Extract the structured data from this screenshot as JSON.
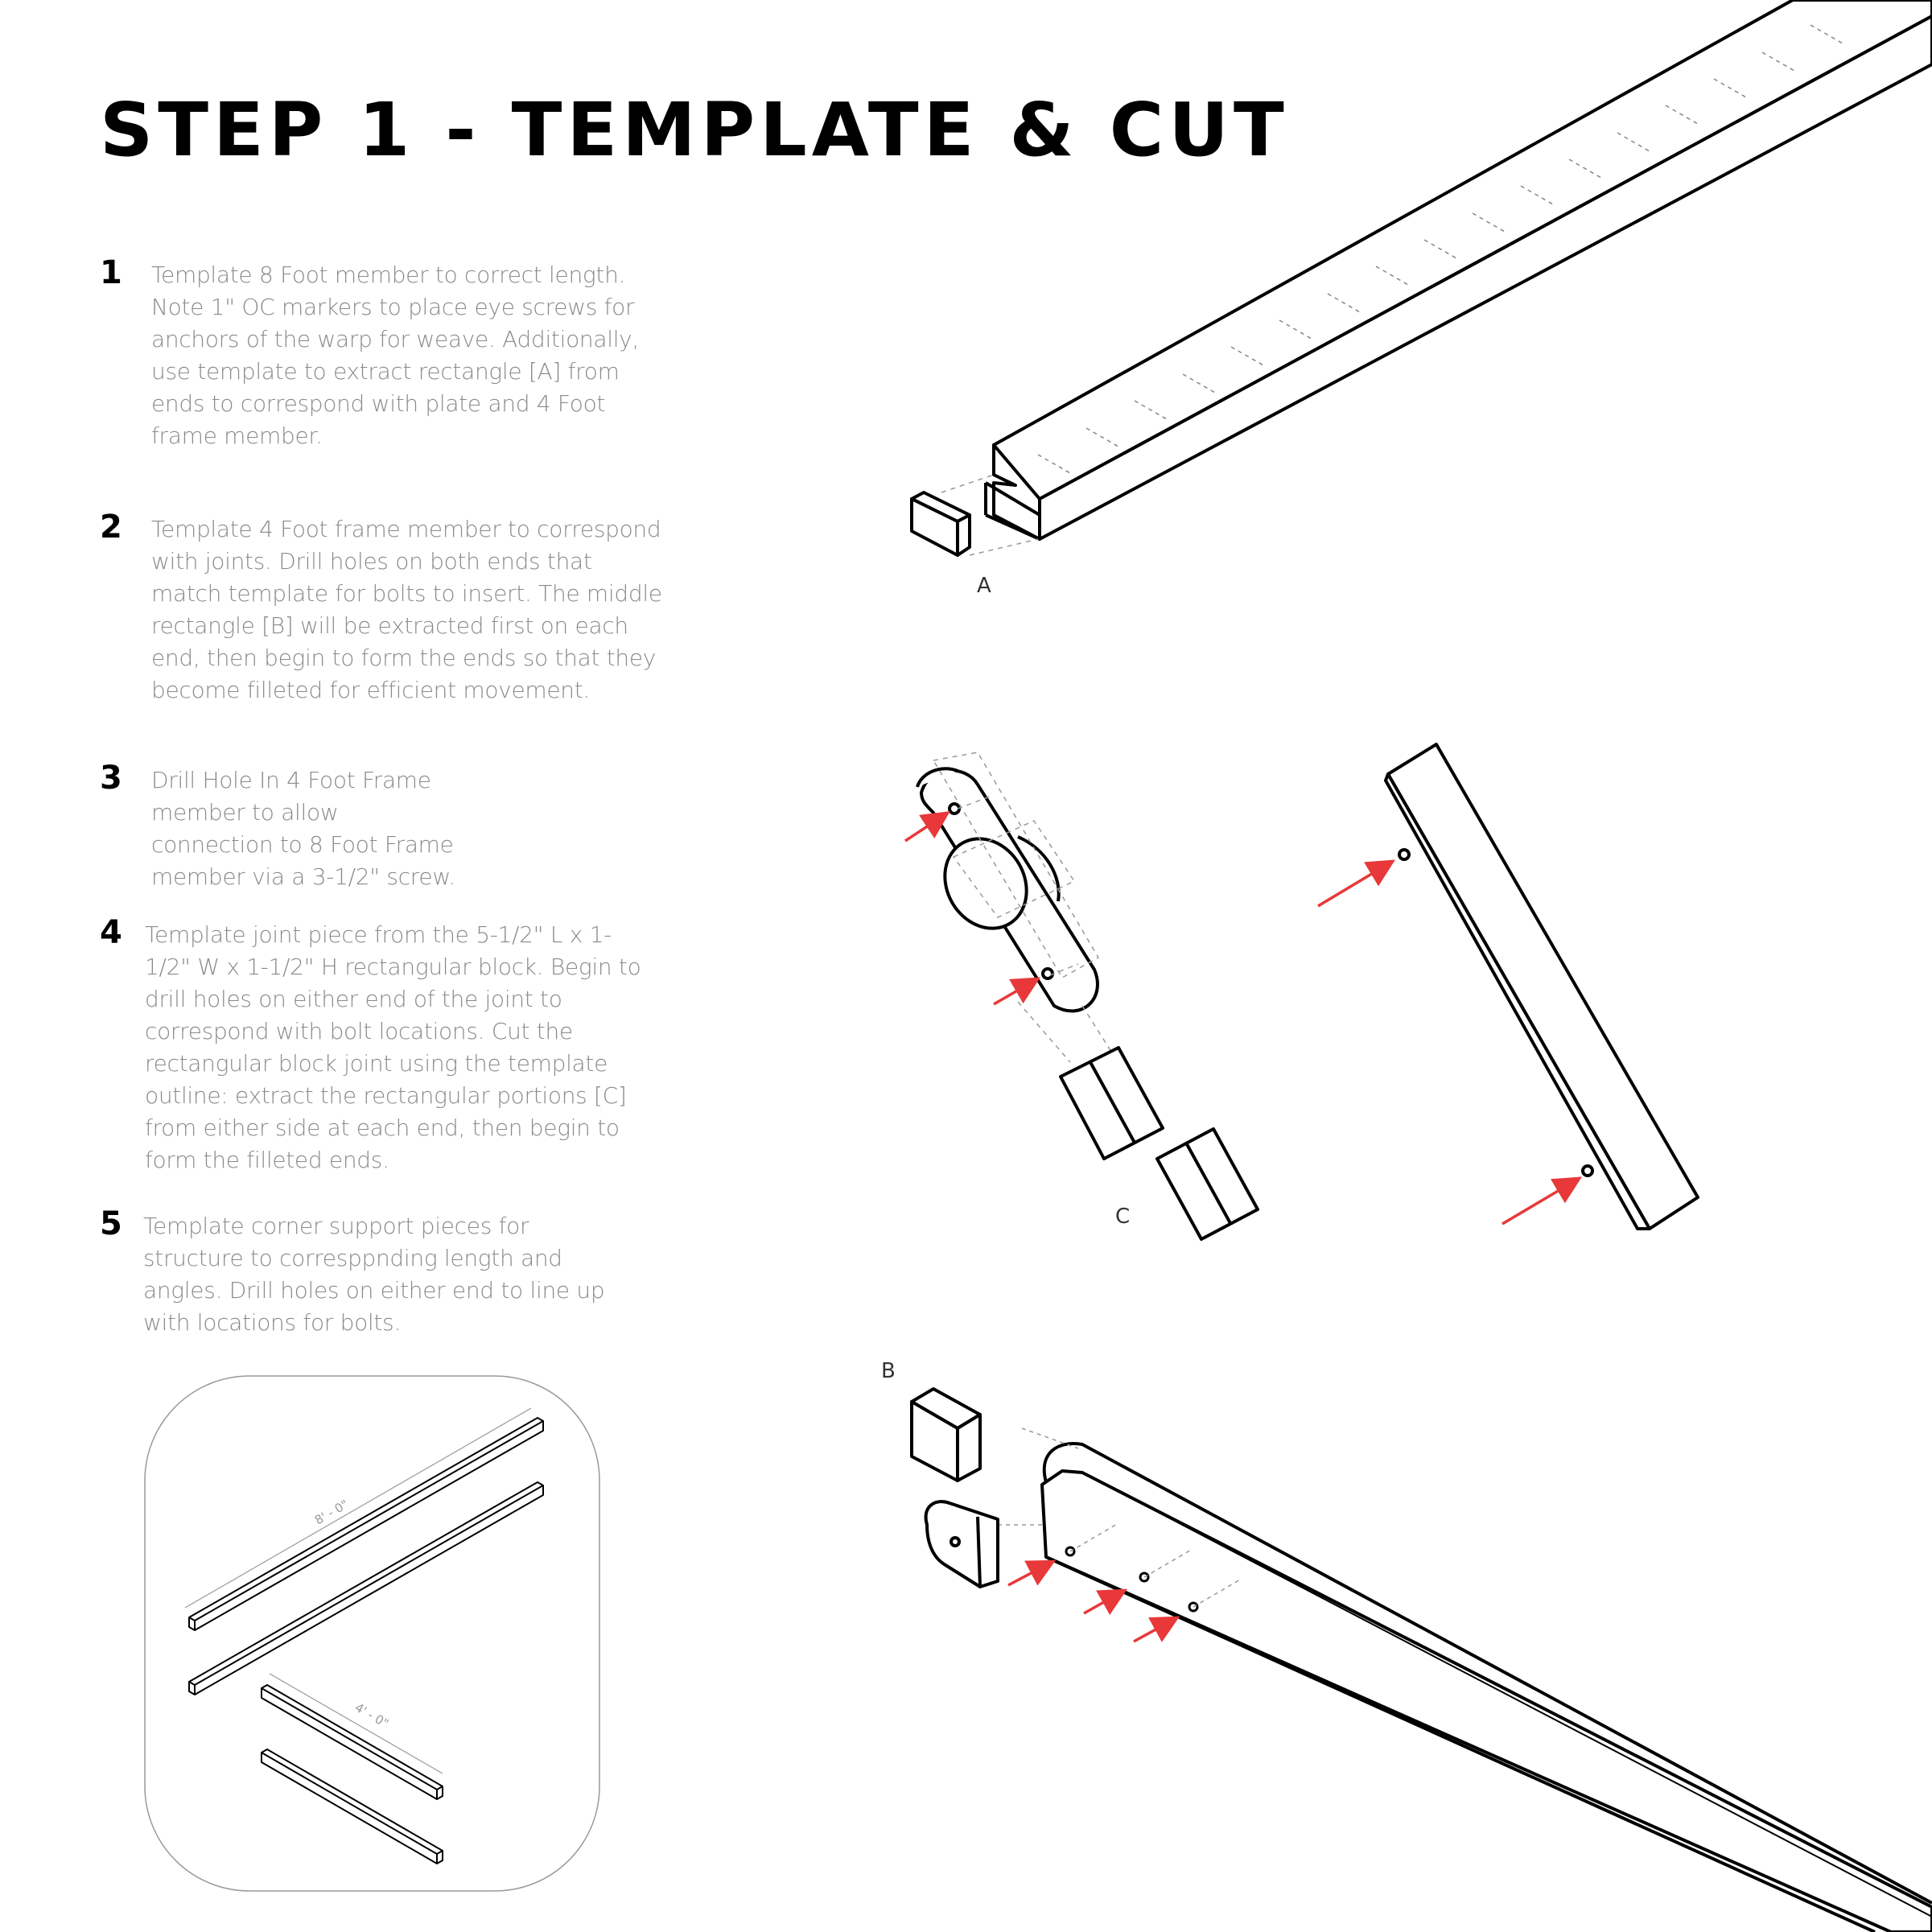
{
  "title": "STEP 1 - TEMPLATE & CUT",
  "steps": [
    {
      "number": "1",
      "text": "Template 8 Foot member to correct length. Note 1\" OC markers to place eye screws for anchors of the warp for weave. Additionally, use template to extract rectangle [A] from ends to correspond with plate and 4 Foot frame member."
    },
    {
      "number": "2",
      "text": "Template 4 Foot frame member to correspond with joints. Drill holes on both ends that match template for bolts to insert. The middle rectangle [B] will be extracted first on each end, then begin to form the ends so that they become filleted for efficient movement."
    },
    {
      "number": "3",
      "text": "Drill Hole In 4 Foot Frame member to allow connection to 8 Foot Frame member via a 3-1/2\" screw."
    },
    {
      "number": "4",
      "text": "Template joint piece from the 5-1/2\" L x 1-1/2\" W x 1-1/2\" H rectangular block. Begin to drill holes on either end of the joint to correspond with bolt locations. Cut the rectangular block joint using the template outline: extract the rectangular portions [C] from either side at each end, then begin to form the filleted ends."
    },
    {
      "number": "5",
      "text": "Template corner support pieces for structure to corresppnding length and angles. Drill holes on either end to line up with locations for bolts."
    }
  ],
  "labels": {
    "a": "A",
    "b": "B",
    "c": "C"
  },
  "dimensions": {
    "eight_foot": "8' - 0\"",
    "four_foot": "4' - 0\""
  },
  "colors": {
    "ink": "#000000",
    "body_text": "#8a8a8a",
    "arrow": "#e8383a",
    "guide": "#9a9a9a"
  }
}
